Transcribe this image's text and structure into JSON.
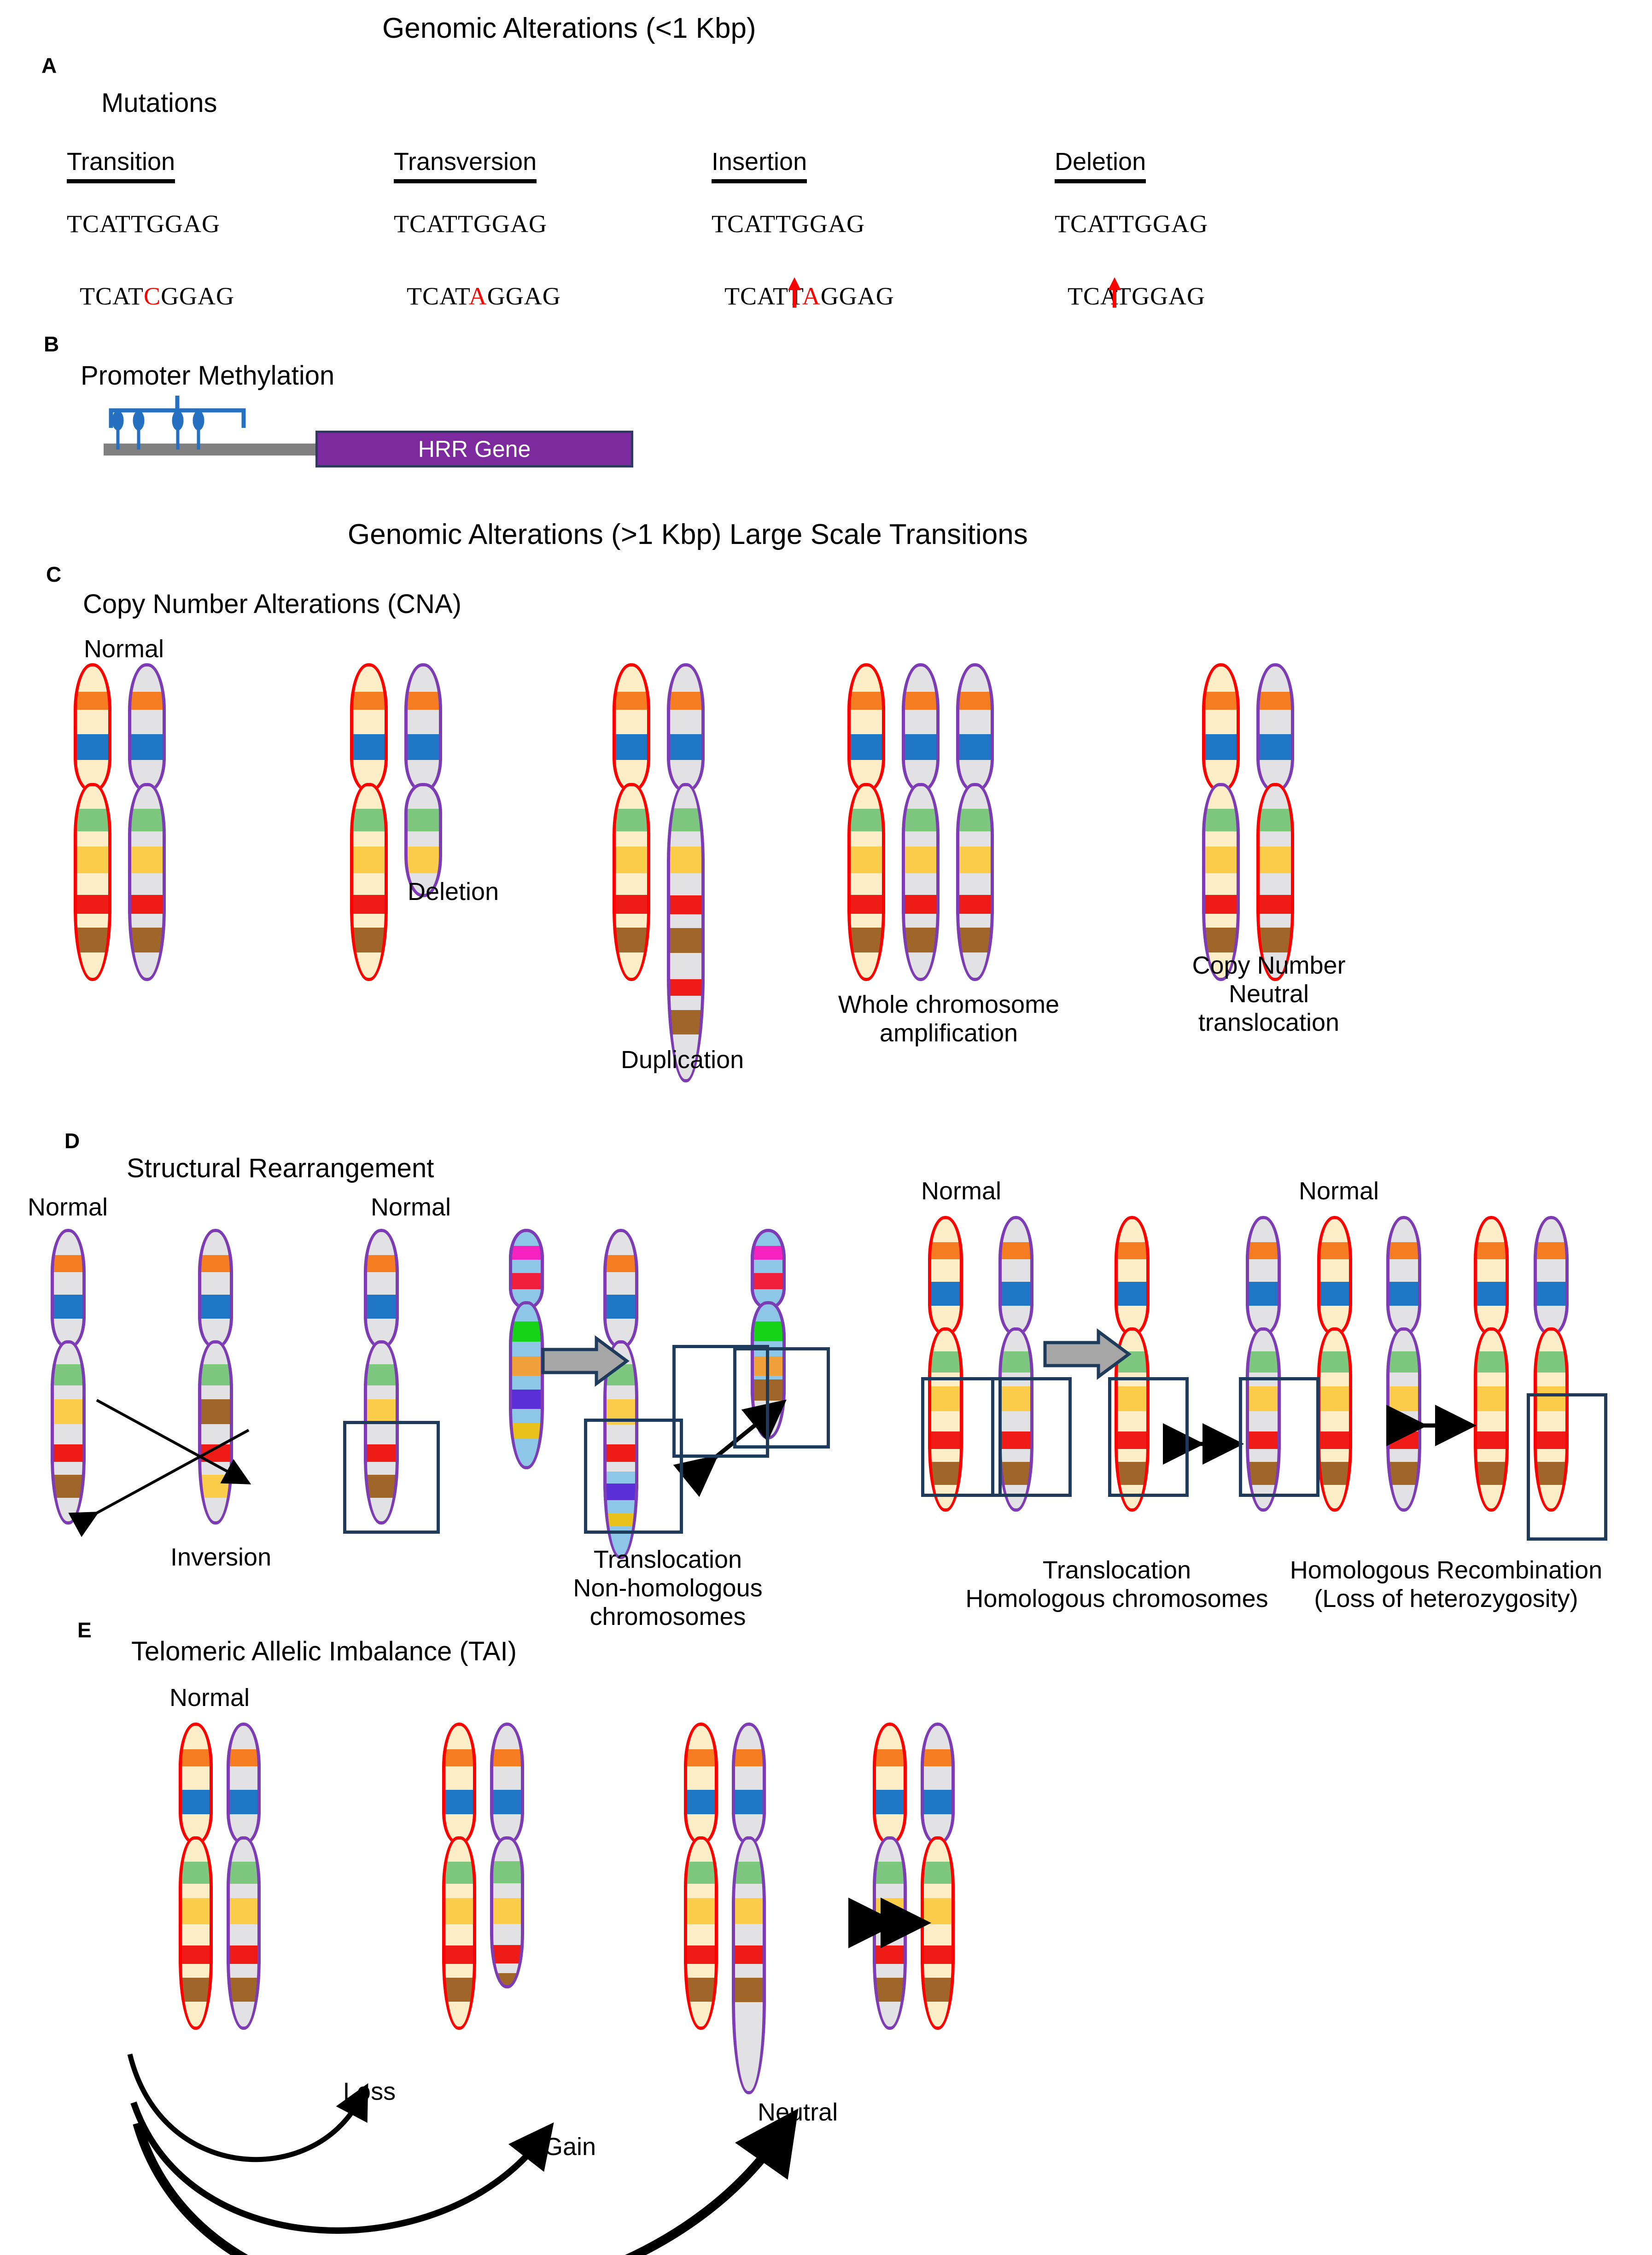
{
  "figure": {
    "title_small": "Genomic Alterations (<1 Kbp)",
    "title_large": "Genomic Alterations (>1 Kbp)  Large Scale Transitions"
  },
  "panelA": {
    "letter": "A",
    "heading": "Mutations",
    "columns": [
      {
        "header": "Transition",
        "ref": "TCATTGGAG",
        "alt_pre": "TCAT",
        "alt_mut": "C",
        "alt_post": "GGAG",
        "arrow": false
      },
      {
        "header": "Transversion",
        "ref": "TCATTGGAG",
        "alt_pre": "TCAT",
        "alt_mut": "A",
        "alt_post": "GGAG",
        "arrow": false
      },
      {
        "header": "Insertion",
        "ref": "TCATTGGAG",
        "alt_pre": "TCATT",
        "alt_mut": "A",
        "alt_post": "GGAG",
        "arrow": true
      },
      {
        "header": "Deletion",
        "ref": "TCATTGGAG",
        "alt_pre": "TCAT",
        "alt_mut": "",
        "alt_post": "GGAG",
        "arrow": true
      }
    ]
  },
  "panelB": {
    "letter": "B",
    "heading": "Promoter Methylation",
    "gene_label": "HRR Gene",
    "gene_color": "#7d2a9e",
    "backbone_color": "#808080",
    "methyl_color": "#2570c0",
    "methyl_marks": 4
  },
  "panelC": {
    "letter": "C",
    "heading": "Copy Number Alterations (CNA)",
    "normal_label": "Normal",
    "labels": {
      "deletion": "Deletion",
      "duplication": "Duplication",
      "amplification_l1": "Whole chromosome",
      "amplification_l2": "amplification",
      "cnn_l1": "Copy Number",
      "cnn_l2": "Neutral",
      "cnn_l3": "translocation"
    }
  },
  "panelD": {
    "letter": "D",
    "heading": "Structural Rearrangement",
    "normal_label": "Normal",
    "labels": {
      "inversion": "Inversion",
      "transloc_nonhom_l1": "Translocation",
      "transloc_nonhom_l2": "Non-homologous",
      "transloc_nonhom_l3": "chromosomes",
      "transloc_hom_l1": "Translocation",
      "transloc_hom_l2": "Homologous chromosomes",
      "hr_l1": "Homologous Recombination",
      "hr_l2": "(Loss of heterozygosity)"
    }
  },
  "panelE": {
    "letter": "E",
    "heading": "Telomeric Allelic Imbalance (TAI)",
    "normal_label": "Normal",
    "labels": {
      "loss": "Loss",
      "gain": "Gain",
      "neutral": "Neutral"
    }
  },
  "colors": {
    "outline_red": "#ff0000",
    "outline_purple": "#7d3cb5",
    "backbone_cream": "#fdeec8",
    "backbone_grey": "#e2e2e4",
    "band_orange": "#f57c20",
    "band_blue": "#1f76c4",
    "band_green": "#7ec77e",
    "band_yellow": "#fbcd4a",
    "band_red": "#ee1b16",
    "band_brown": "#a06528",
    "alt_lightblue": "#8ec6e8",
    "alt_magenta": "#f723c0",
    "alt_crimson": "#f21f3c",
    "alt_green": "#17d317",
    "alt_orange": "#f0a03a",
    "alt_violet": "#5a2fd8",
    "alt_gold": "#e8c21a",
    "arrow_grey": "#a6a6a6",
    "arrow_navy": "#1f3b5c"
  }
}
